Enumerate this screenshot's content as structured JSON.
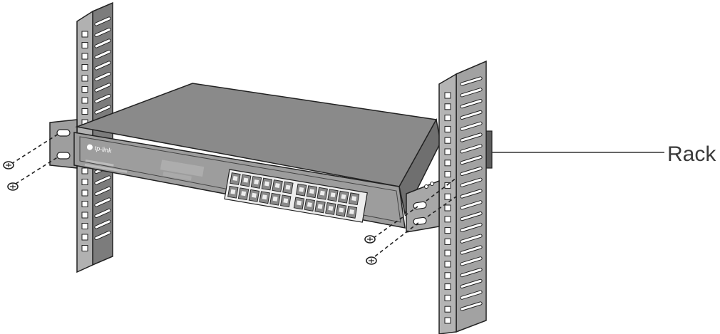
{
  "diagram": {
    "callout_label": "Rack",
    "brand_logo_text": "tp-link",
    "port_count": 24,
    "colors": {
      "switch_top": "#8a8a8a",
      "switch_front": "#9a9a9a",
      "switch_side": "#6f6f6f",
      "port_panel": "#ededed",
      "port": "#8a8a8a",
      "rail": "#a9a9a9",
      "rail_dark": "#6c6c6c",
      "outline": "#222222",
      "label": "#3a3a3a"
    }
  }
}
